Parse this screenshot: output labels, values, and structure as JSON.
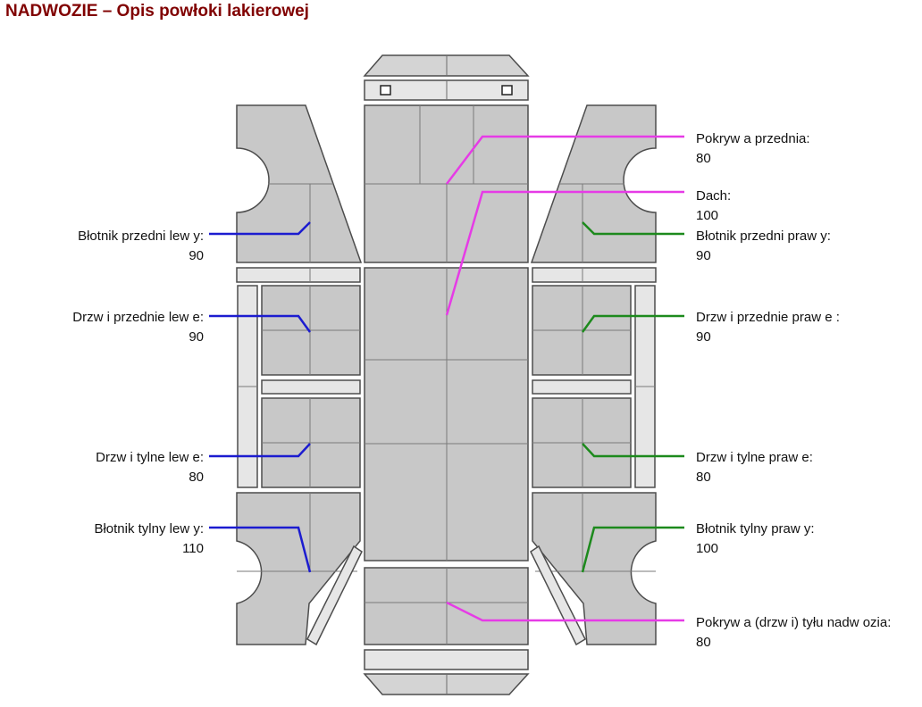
{
  "title": "NADWOZIE – Opis powłoki lakierowej",
  "colors": {
    "title": "#800000",
    "panel_fill": "#c8c8c8",
    "panel_light": "#e8e8e8",
    "panel_stroke": "#4d4d4d",
    "leader_left": "#1c1cd0",
    "leader_right": "#1d8a1d",
    "leader_center": "#e63be6"
  },
  "parts": {
    "pokrywa_przednia": {
      "label": "Pokryw a przednia:",
      "value": "80"
    },
    "dach": {
      "label": "Dach:",
      "value": "100"
    },
    "blotnik_przedni_prawy": {
      "label": "Błotnik przedni praw y:",
      "value": "90"
    },
    "drzwi_przednie_prawe": {
      "label": "Drzw i przednie praw e :",
      "value": "90"
    },
    "drzwi_tylne_prawe": {
      "label": "Drzw i tylne praw e:",
      "value": "80"
    },
    "blotnik_tylny_prawy": {
      "label": "Błotnik tylny praw y:",
      "value": "100"
    },
    "pokrywa_tylna": {
      "label": "Pokryw a (drzw i) tyłu nadw ozia:",
      "value": "80"
    },
    "blotnik_przedni_lewy": {
      "label": "Błotnik przedni lew y:",
      "value": "90"
    },
    "drzwi_przednie_lewe": {
      "label": "Drzw i przednie lew e:",
      "value": "90"
    },
    "drzwi_tylne_lewe": {
      "label": "Drzw i tylne lew e:",
      "value": "80"
    },
    "blotnik_tylny_lewy": {
      "label": "Błotnik tylny lew y:",
      "value": "110"
    }
  }
}
